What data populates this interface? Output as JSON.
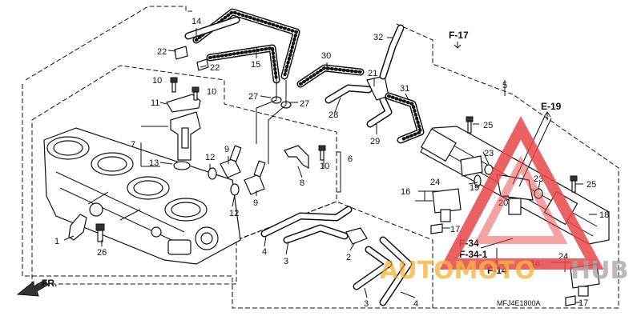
{
  "labels": {
    "p1": "1",
    "p2": "2",
    "p3a": "3",
    "p3b": "3",
    "p4a": "4",
    "p4b": "4",
    "p5": "5",
    "p6": "6",
    "p7": "7",
    "p8": "8",
    "p9a": "9",
    "p9b": "9",
    "p10a": "10",
    "p10b": "10",
    "p10c": "10",
    "p11": "11",
    "p12a": "12",
    "p12b": "12",
    "p13": "13",
    "p14": "14",
    "p15": "15",
    "p16a": "16",
    "p16b": "16",
    "p17a": "17",
    "p17b": "17",
    "p18": "18",
    "p19": "19",
    "p20": "20",
    "p21": "21",
    "p22a": "22",
    "p22b": "22",
    "p23a": "23",
    "p23b": "23",
    "p24a": "24",
    "p24b": "24",
    "p25a": "25",
    "p25b": "25",
    "p26": "26",
    "p27a": "27",
    "p27b": "27",
    "p28": "28",
    "p29": "29",
    "p30": "30",
    "p31": "31",
    "p32": "32"
  },
  "refs": {
    "f17": "F-17",
    "e19": "E-19",
    "f34": "F-34",
    "f341": "F-34-1",
    "f14": "F-14"
  },
  "fr_label": "FR.",
  "diagram_code": "MFJ4E1800A",
  "watermark": {
    "part1": "AUTOMOTO",
    "part2": "HUB",
    "color_orange": "#f5a623",
    "color_gray": "#9a9a9a",
    "color_red": "#e8474a"
  }
}
